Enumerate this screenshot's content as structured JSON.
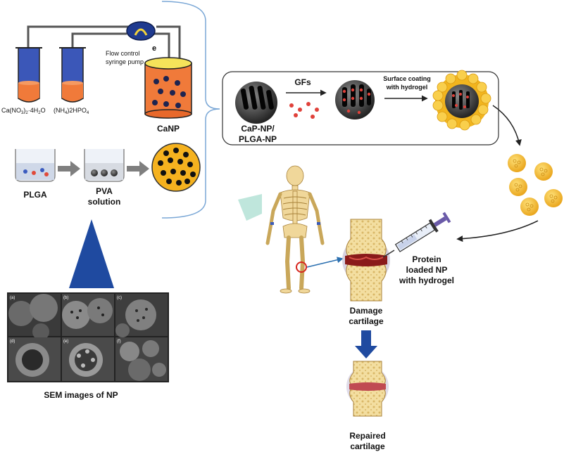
{
  "synthesis": {
    "reagent_1": "Ca(NO",
    "reagent_1_sub1": "3",
    "reagent_1_mid": ")",
    "reagent_1_sub2": "2",
    "reagent_1_end": "·4H",
    "reagent_1_sub3": "2",
    "reagent_1_tail": "O",
    "reagent_2": "(NH",
    "reagent_2_sub1": "4",
    "reagent_2_mid": ")2HPO",
    "reagent_2_sub2": "4",
    "pump_line1": "Flow control",
    "pump_line2": "syringe pump",
    "pump_mark": "e",
    "canp_label": "CaNP"
  },
  "emulsion": {
    "plga_label": "PLGA",
    "pva_line1": "PVA",
    "pva_line2": "solution"
  },
  "sem": {
    "caption": "SEM images of NP",
    "panel_labels": [
      "(a)",
      "(b)",
      "(c)",
      "(d)",
      "(e)",
      "(f)"
    ]
  },
  "loading": {
    "np_line1": "CaP-NP/",
    "np_line2": "PLGA-NP",
    "gfs_label": "GFs",
    "coating_line1": "Surface coating",
    "coating_line2": "with hydrogel"
  },
  "treatment": {
    "protein_line1": "Protein",
    "protein_line2": "loaded NP",
    "protein_line3": "with hydrogel",
    "damage_line1": "Damage",
    "damage_line2": "cartilage",
    "repaired_line1": "Repaired",
    "repaired_line2": "cartilage"
  },
  "colors": {
    "orange": "#f07a3a",
    "navy": "#1d2b6b",
    "yellow": "#f5c23a",
    "bone": "#f1dca0",
    "arrow_blue": "#2a55a8",
    "gray_arrow": "#8a8a8a",
    "red_dots": "#e0413a",
    "bracket": "#7aa7d6"
  }
}
